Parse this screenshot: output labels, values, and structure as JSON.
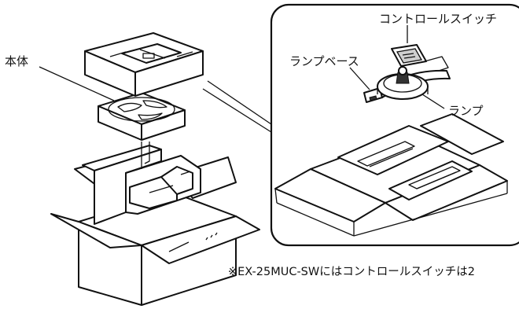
{
  "labels": {
    "main_unit": "本体",
    "control_switch": "コントロールスイッチ",
    "lamp_base": "ランプベース",
    "lamp": "ランプ"
  },
  "footnote": "※EX-25MUC-SWにはコントロールスイッチは2"
}
